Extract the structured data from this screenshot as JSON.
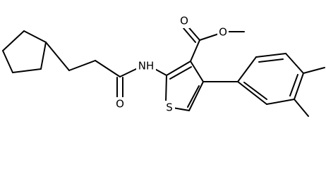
{
  "atom_labels": {
    "carbonyl_oxygen_ester": "O",
    "ester_oxygen": "O",
    "amide_nitrogen": "NH",
    "amide_oxygen": "O",
    "thiophene_sulfur": "S"
  }
}
